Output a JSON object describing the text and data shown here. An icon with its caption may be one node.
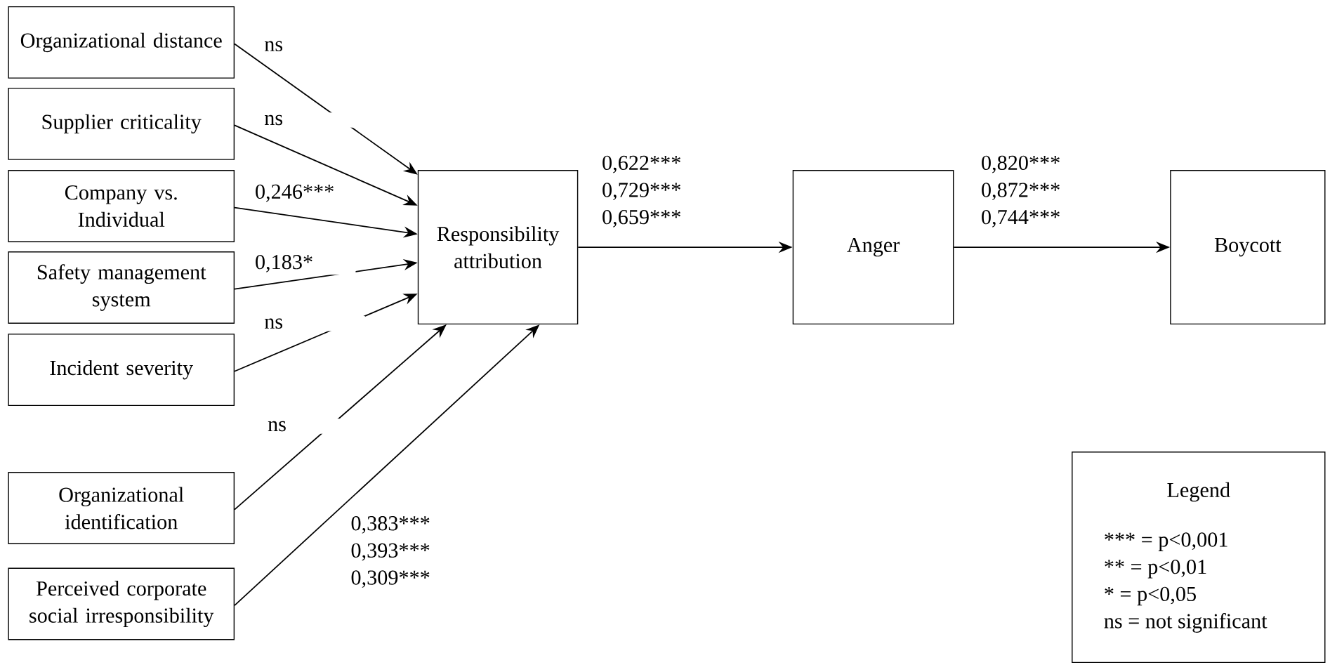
{
  "diagram": {
    "nodes": [
      {
        "text": [
          "Organizational distance"
        ]
      },
      {
        "text": [
          "Supplier criticality"
        ]
      },
      {
        "text": [
          "Company vs. Individual"
        ]
      },
      {
        "text": [
          "Safety management system"
        ]
      },
      {
        "text": [
          "Incident severity"
        ]
      },
      {
        "text": [
          "Organizational identification"
        ]
      },
      {
        "text": [
          "Perceived corporate social irresponsibility"
        ]
      },
      {
        "text": [
          "Responsibility attribution"
        ]
      },
      {
        "text": [
          "Anger"
        ]
      },
      {
        "text": [
          "Boycott"
        ]
      },
      {
        "text": [
          "Legend",
          "*** = p<0,001",
          "** = p<0,01",
          "* = p<0,05",
          "ns = not significant"
        ]
      }
    ],
    "edges": [
      {
        "from": 0,
        "to": 7,
        "arrow": "to",
        "label": "ns"
      },
      {
        "from": 1,
        "to": 7,
        "arrow": "to",
        "label": "ns"
      },
      {
        "from": 2,
        "to": 7,
        "arrow": "to",
        "label": "0,246***"
      },
      {
        "from": 3,
        "to": 7,
        "arrow": "to",
        "label": "0,183*"
      },
      {
        "from": 4,
        "to": 7,
        "arrow": "to",
        "label": "ns"
      },
      {
        "from": 5,
        "to": 7,
        "arrow": "to",
        "label": "ns"
      },
      {
        "from": 6,
        "to": 7,
        "arrow": "to",
        "label": "0,383***"
      },
      {
        "from": 7,
        "to": 8,
        "arrow": "to",
        "label": "0,622***"
      },
      {
        "from": 8,
        "to": 9,
        "arrow": "to",
        "label": "0,820***"
      }
    ],
    "labels": [
      "0,729***",
      "0,872***",
      "0,659***",
      "0,744***",
      "0,393***",
      "0,309***"
    ]
  }
}
